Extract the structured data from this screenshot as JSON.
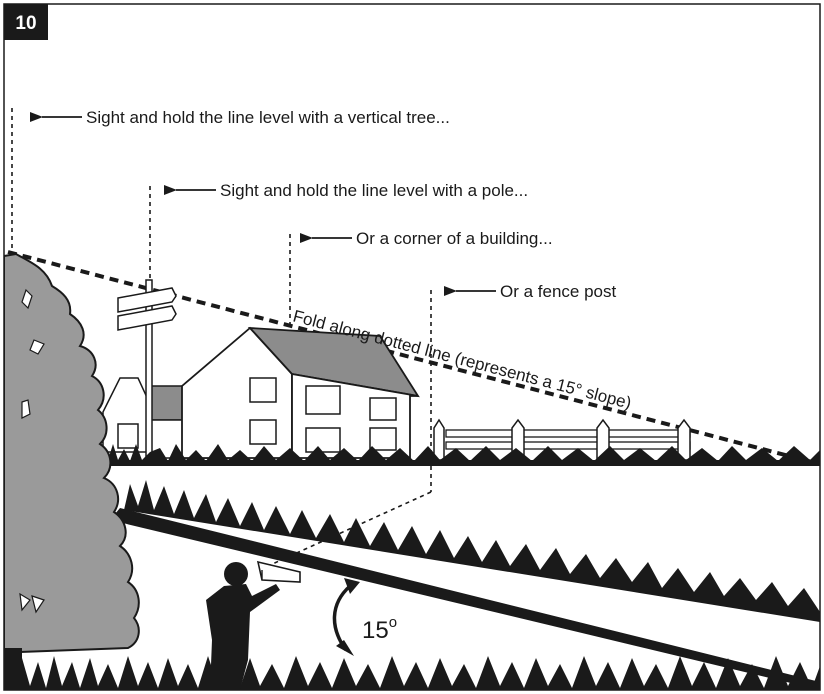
{
  "step": {
    "number": "10"
  },
  "callouts": {
    "tree": "Sight and hold the line level with a vertical tree...",
    "pole": "Sight and hold the line level with a pole...",
    "building": "Or a corner of a building...",
    "fence": "Or a fence post"
  },
  "fold_line": {
    "label": "Fold along dotted line (represents a 15° slope)"
  },
  "angle": {
    "value": "15",
    "unit": "o"
  },
  "colors": {
    "ink": "#1a1a1a",
    "tree": "#9a9a9a",
    "roof": "#8c8c8c",
    "paper": "#ffffff"
  }
}
